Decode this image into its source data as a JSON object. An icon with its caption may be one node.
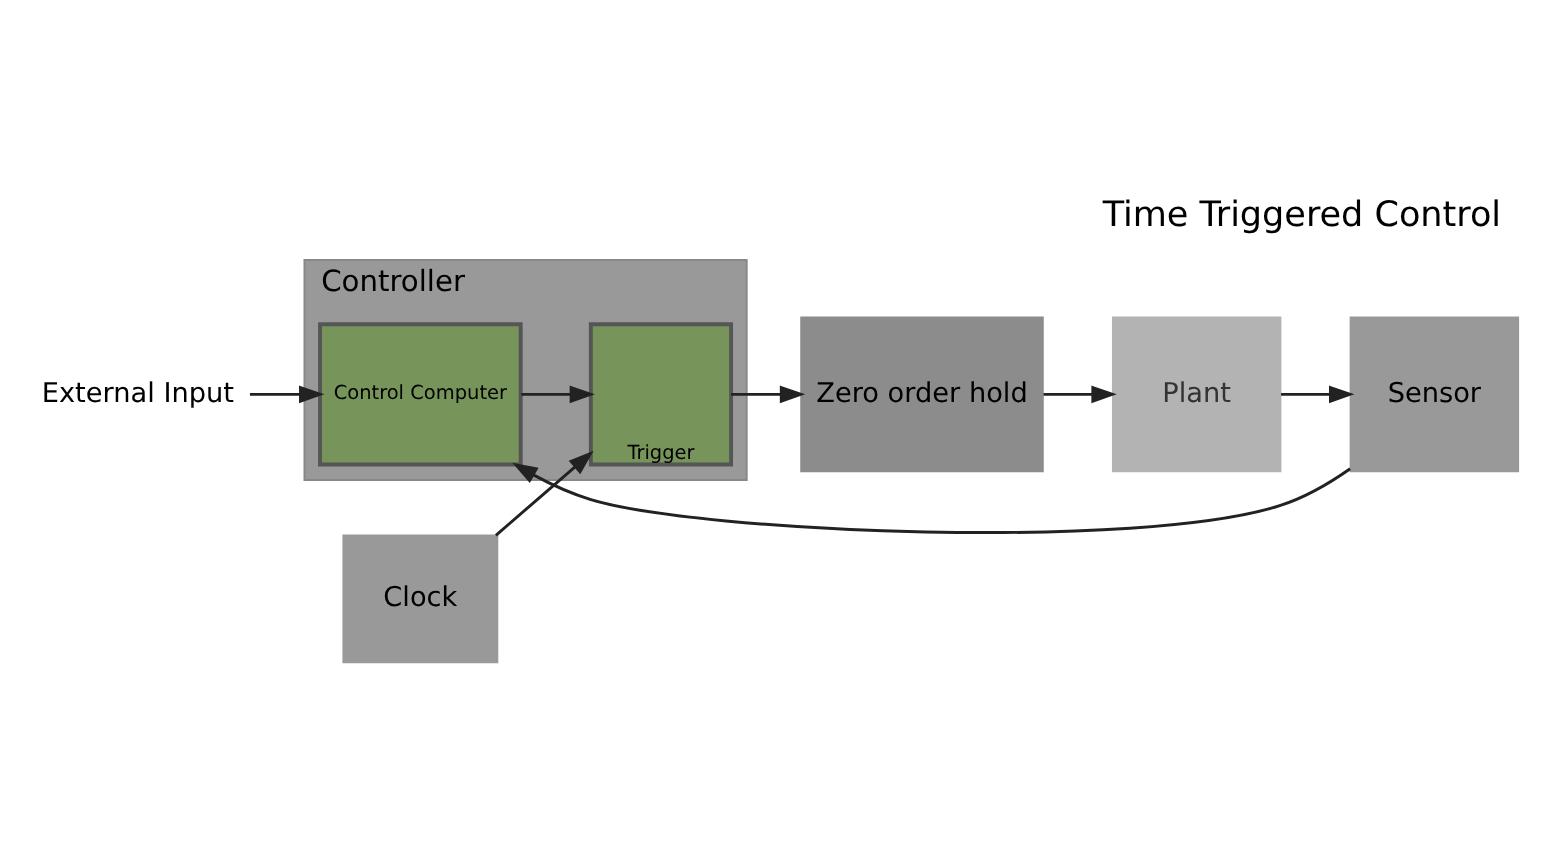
{
  "diagram": {
    "title": "Time Triggered Control",
    "nodes": [
      {
        "text": [
          "External Input"
        ]
      },
      {
        "text": [
          "Clock"
        ]
      },
      {
        "text": [
          "Controller"
        ]
      },
      {
        "text": [
          "Control Computer"
        ],
        "in": 2
      },
      {
        "text": [
          "Trigger"
        ],
        "in": 2
      },
      {
        "text": [
          "Zero order hold"
        ]
      },
      {
        "text": [
          "Plant"
        ]
      },
      {
        "text": [
          "Sensor"
        ]
      }
    ],
    "edges": [
      {
        "from": 0,
        "to": 3,
        "arrow": "to"
      },
      {
        "from": 1,
        "to": 4,
        "arrow": "to"
      },
      {
        "from": 3,
        "to": 4,
        "arrow": "to"
      },
      {
        "from": 4,
        "to": 5,
        "arrow": "to"
      },
      {
        "from": 5,
        "to": 6,
        "arrow": "to"
      },
      {
        "from": 6,
        "to": 7,
        "arrow": "to"
      },
      {
        "from": 7,
        "to": 3,
        "arrow": "to"
      }
    ]
  }
}
